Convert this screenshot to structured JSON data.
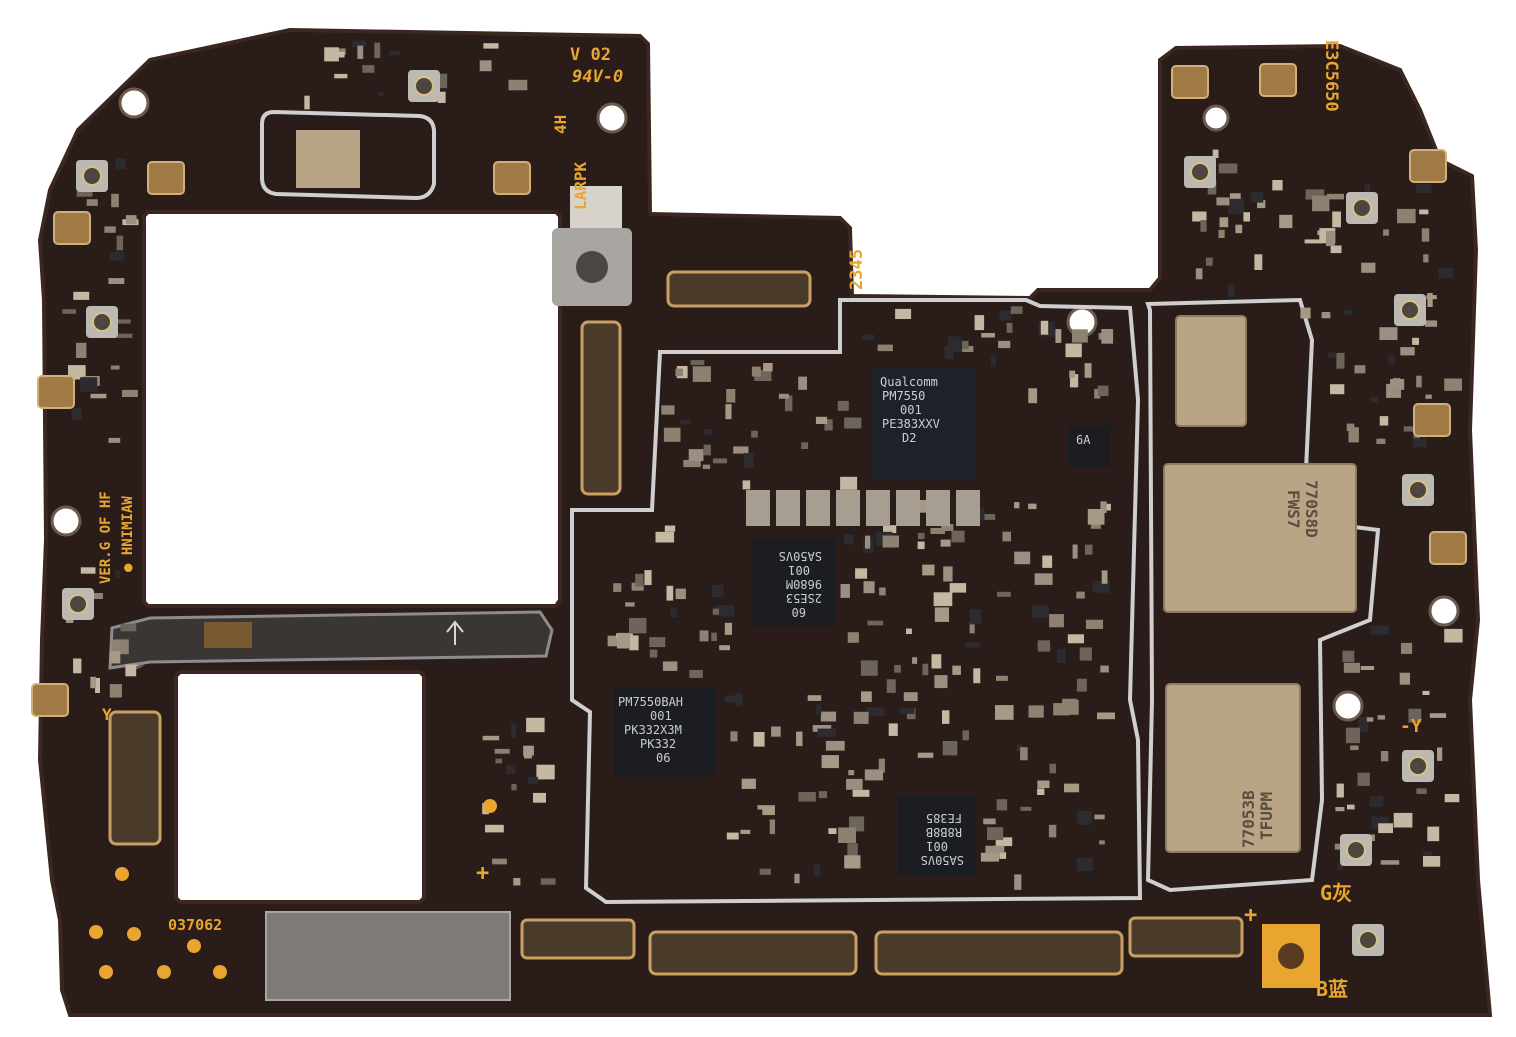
{
  "image": {
    "subject": "smartphone-motherboard",
    "colors": {
      "board": "#2a1c18",
      "board_edge": "#3b2620",
      "silkscreen": "#e8a631",
      "shield_outline": "#d9d9d9",
      "chip": "#1f1f24",
      "shield_chip": "#b9a586",
      "connector": "#a07a45",
      "background": "#ffffff"
    }
  },
  "labels": {
    "revision": "V 02",
    "flame_rating": "94V-0",
    "layer": "4H",
    "code_arpk": "LARPK",
    "code_2345": "2345",
    "board_code": "E3C5650",
    "version": "VER.G OF HF",
    "serial": "● HNIMIAW",
    "serial_bottom": "037062",
    "grey_label": "G灰",
    "blue_label": "B蓝",
    "y_left": "Y",
    "y_right": "-Y",
    "plus_left": "+",
    "plus_right": "+"
  },
  "chips": {
    "pmic_main": [
      "Qualcomm",
      "PM7550",
      "001",
      "PE383XXV",
      "D2"
    ],
    "pmic_b": [
      "PM7550BAH",
      "001",
      "PK332X3M",
      "PK332",
      "06"
    ],
    "soc_ram": [
      "60",
      "2SE53",
      "9680M",
      "001",
      "SA50VS"
    ],
    "pa_right_top": [
      "770S8D",
      "FWS7"
    ],
    "pa_right_bottom": [
      "77053B",
      "TFUPM"
    ],
    "small_6a": "6A",
    "small_bottom": [
      "SA50VS",
      "001",
      "R8B8B",
      "FE385"
    ]
  }
}
